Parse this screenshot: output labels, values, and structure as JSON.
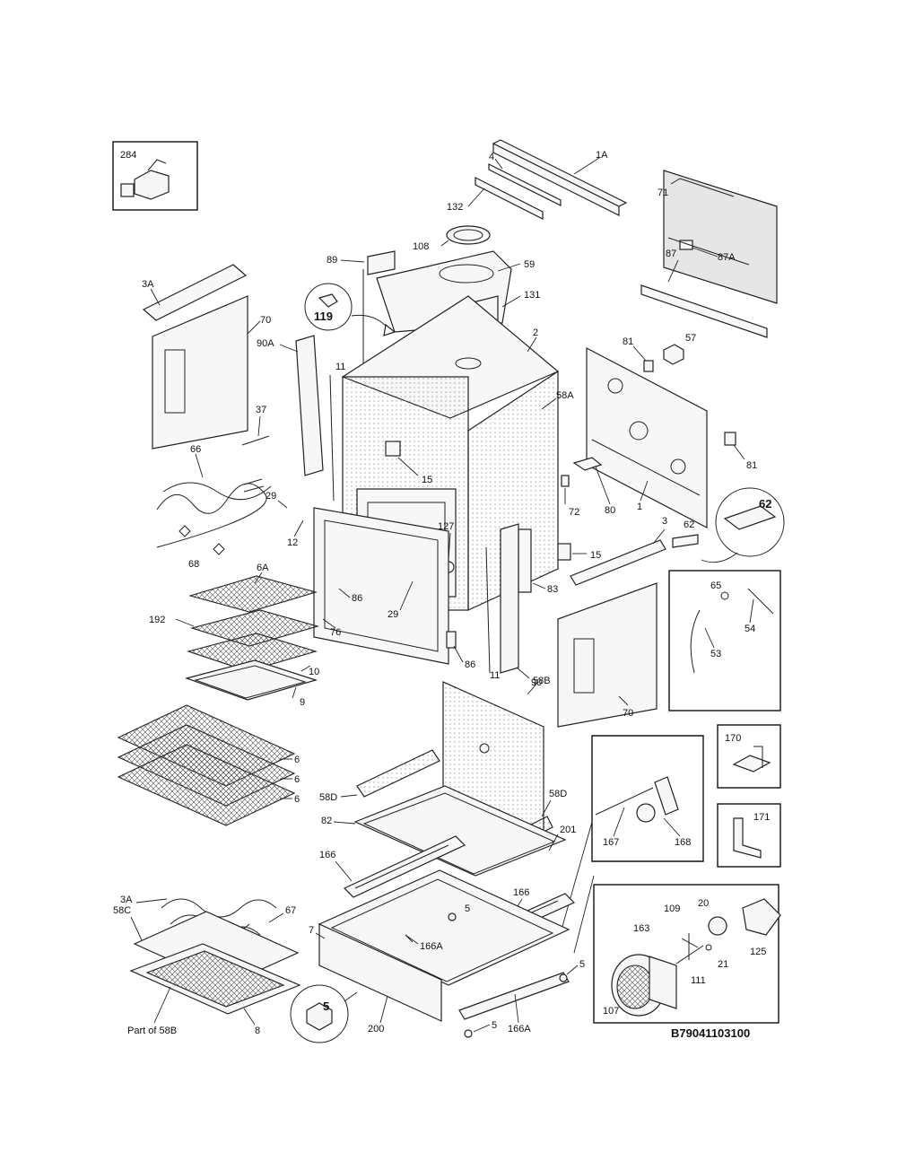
{
  "diagram": {
    "labels": {
      "l284": "284",
      "l1A": "1A",
      "l4": "4",
      "l132": "132",
      "l71": "71",
      "l87": "87",
      "l87A": "87A",
      "l108": "108",
      "l89": "89",
      "l59": "59",
      "l131": "131",
      "l3A_top": "3A",
      "l70_top": "70",
      "l119": "119",
      "l90A": "90A",
      "l11_top": "11",
      "l2": "2",
      "l58A": "58A",
      "l81_a": "81",
      "l57": "57",
      "l81_b": "81",
      "l37": "37",
      "l66": "66",
      "l15_a": "15",
      "l29_a": "29",
      "l12": "12",
      "l68": "68",
      "l127": "127",
      "l72": "72",
      "l80": "80",
      "l1": "1",
      "l62_circle": "62",
      "l3": "3",
      "l62": "62",
      "l15_b": "15",
      "l6A": "6A",
      "l86_a": "86",
      "l29_b": "29",
      "l83": "83",
      "l65": "65",
      "l54": "54",
      "l53": "53",
      "l192": "192",
      "l76": "76",
      "l86_b": "86",
      "l11_b": "11",
      "l90": "90",
      "l10": "10",
      "l9": "9",
      "l70_b": "70",
      "l58B": "58B",
      "l170": "170",
      "l6_a": "6",
      "l6_b": "6",
      "l6_c": "6",
      "l58D_a": "58D",
      "l58D_b": "58D",
      "l82": "82",
      "l171": "171",
      "l167": "167",
      "l168": "168",
      "l201": "201",
      "l166_a": "166",
      "l3A_b": "3A",
      "l58C": "58C",
      "l67": "67",
      "l7": "7",
      "l166_b": "166",
      "l5_a": "5",
      "l166A_a": "166A",
      "l20": "20",
      "l109": "109",
      "l163": "163",
      "l21": "21",
      "l125": "125",
      "l111": "111",
      "l107": "107",
      "l5_b": "5",
      "l5_circle": "5",
      "l200": "200",
      "l166A_b": "166A",
      "l5_c": "5",
      "l8": "8",
      "l_part58B": "Part of 58B"
    },
    "drawing_code": "B79041103100"
  }
}
